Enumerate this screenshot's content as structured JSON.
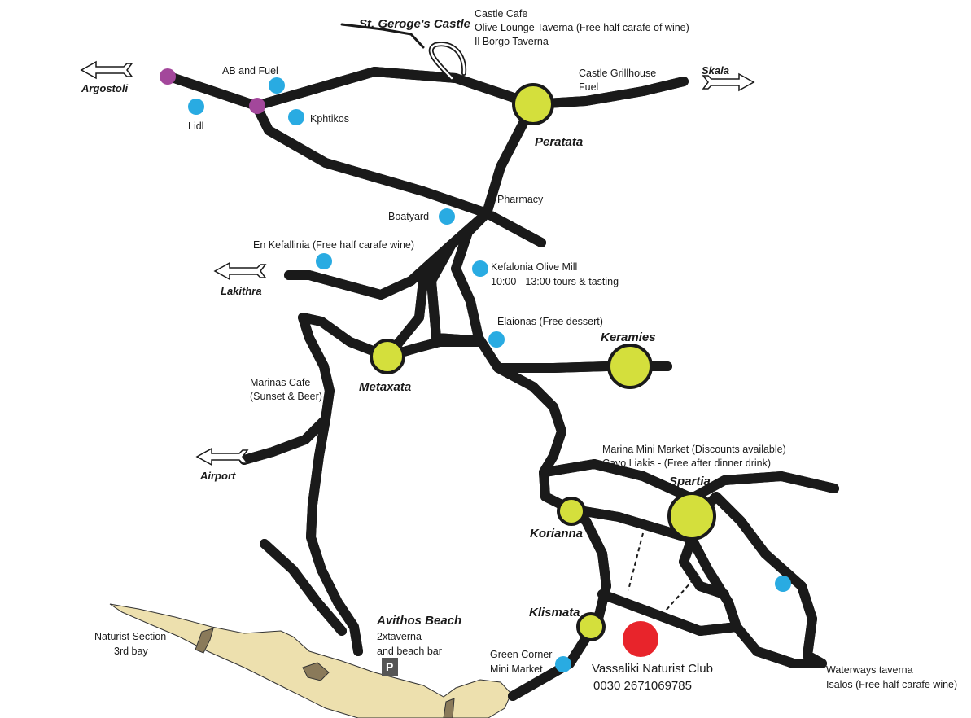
{
  "map": {
    "directions": {
      "argostoli": "Argostoli",
      "skala": "Skala",
      "lakithra": "Lakithra",
      "airport": "Airport"
    },
    "villages": {
      "peratata": "Peratata",
      "metaxata": "Metaxata",
      "keramies": "Keramies",
      "spartia": "Spartia",
      "korianna": "Korianna",
      "klismata": "Klismata"
    },
    "landmarks": {
      "castle": "St. Geroge's Castle",
      "avithos_beach": "Avithos Beach",
      "avithos_line1": "2xtaverna",
      "avithos_line2": "and beach bar",
      "naturist_line1": "Naturist Section",
      "naturist_line2": "3rd bay",
      "parking": "P"
    },
    "pois": {
      "castle_cafe": "Castle Cafe",
      "olive_lounge": "Olive Lounge Taverna (Free half carafe of wine)",
      "il_borgo": "Il Borgo Taverna",
      "castle_grillhouse": "Castle Grillhouse",
      "castle_fuel": "Fuel",
      "ab_fuel": "AB and Fuel",
      "lidl": "Lidl",
      "kphtikos": "Kphtikos",
      "pharmacy": "Pharmacy",
      "boatyard": "Boatyard",
      "en_kefallinia": "En Kefallinia (Free half carafe wine)",
      "olive_mill": "Kefalonia Olive Mill",
      "olive_mill_hours": "10:00 - 13:00 tours & tasting",
      "elaionas": "Elaionas (Free dessert)",
      "marinas_cafe": "Marinas Cafe",
      "marinas_cafe_note": "(Sunset & Beer)",
      "marina_mini_market": "Marina Mini Market (Discounts available)",
      "cavo_liakis": "Cavo Liakis - (Free after dinner drink)",
      "green_corner": "Green Corner",
      "green_corner_2": "Mini Market",
      "waterways": "Waterways taverna",
      "isalos": "Isalos (Free half carafe wine)"
    },
    "club": {
      "name": "Vassaliki Naturist Club",
      "phone": "0030 2671069785"
    },
    "colors": {
      "village": "#d4df3c",
      "poi": "#29abe2",
      "junction": "#a3479b",
      "club": "#e8242b",
      "beach": "#ede0ae",
      "road_edge": "#1a1a1a"
    }
  }
}
